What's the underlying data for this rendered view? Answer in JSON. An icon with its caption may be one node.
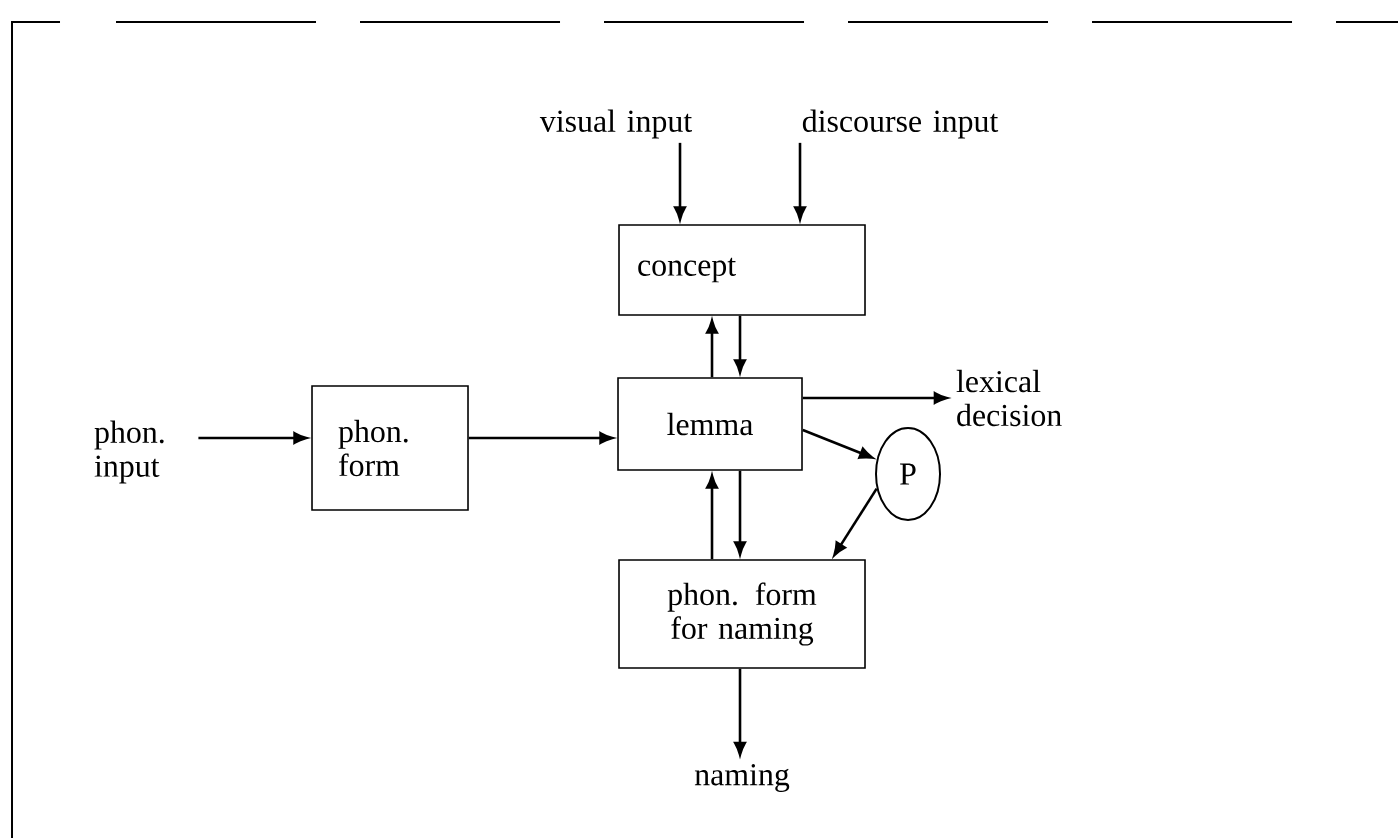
{
  "diagram": {
    "nodes": [
      {
        "text": [
          "visual input"
        ]
      },
      {
        "text": [
          "discourse input"
        ]
      },
      {
        "text": [
          "concept"
        ]
      },
      {
        "text": [
          "phon. input"
        ]
      },
      {
        "text": [
          "phon. form"
        ]
      },
      {
        "text": [
          "lemma"
        ]
      },
      {
        "text": [
          "P"
        ]
      },
      {
        "text": [
          "lexical decision"
        ]
      },
      {
        "text": [
          "phon. form for naming"
        ]
      },
      {
        "text": [
          "naming"
        ]
      }
    ],
    "edges": [
      {
        "from": 0,
        "to": 2,
        "arrow": "to"
      },
      {
        "from": 1,
        "to": 2,
        "arrow": "to"
      },
      {
        "from": 2,
        "to": 5,
        "arrow": "to"
      },
      {
        "from": 5,
        "to": 2,
        "arrow": "to"
      },
      {
        "from": 3,
        "to": 4,
        "arrow": "to"
      },
      {
        "from": 4,
        "to": 5,
        "arrow": "to"
      },
      {
        "from": 5,
        "to": 7,
        "arrow": "to"
      },
      {
        "from": 5,
        "to": 6,
        "arrow": "to"
      },
      {
        "from": 6,
        "to": 8,
        "arrow": "to"
      },
      {
        "from": 5,
        "to": 8,
        "arrow": "to"
      },
      {
        "from": 8,
        "to": 5,
        "arrow": "to"
      },
      {
        "from": 8,
        "to": 9,
        "arrow": "to"
      }
    ]
  }
}
